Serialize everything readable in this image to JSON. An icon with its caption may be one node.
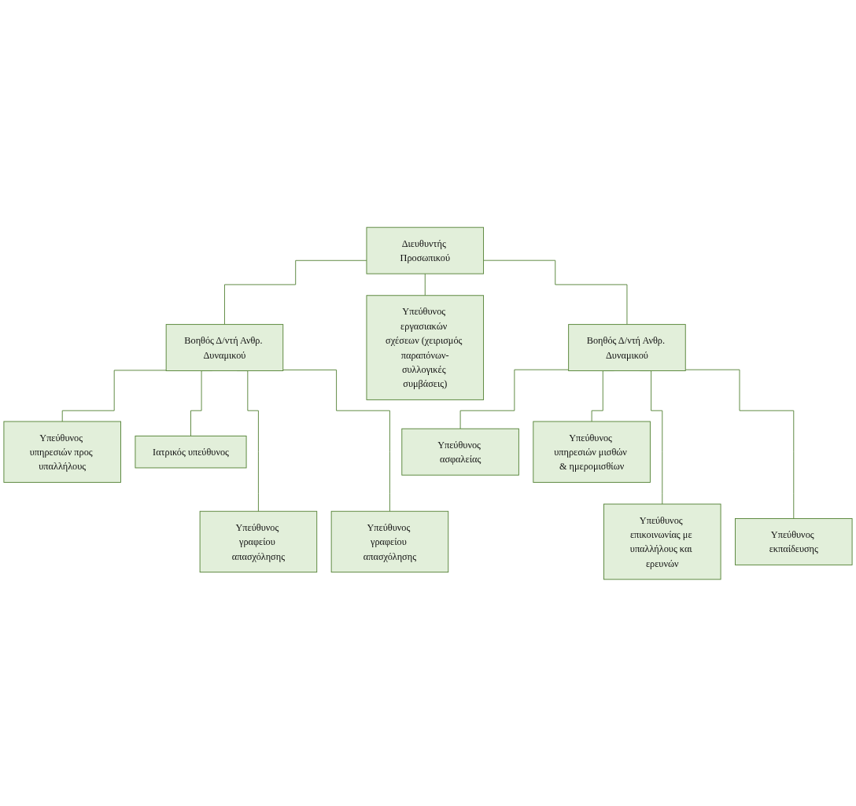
{
  "diagram": {
    "nodes": [
      {
        "text": [
          "Διευθυντής Προσωπικού"
        ]
      },
      {
        "text": [
          "Βοηθός Δ/ντή Ανθρ. Δυναμικού"
        ]
      },
      {
        "text": [
          "Υπεύθυνος εργασιακών σχέσεων (χειρισμός παραπόνων-συλλογικές συμβάσεις)"
        ]
      },
      {
        "text": [
          "Βοηθός Δ/ντή Ανθρ. Δυναμικού"
        ]
      },
      {
        "text": [
          "Υπεύθυνος υπηρεσιών προς υπαλλήλους"
        ]
      },
      {
        "text": [
          "Ιατρικός υπεύθυνος"
        ]
      },
      {
        "text": [
          "Υπεύθυνος ασφαλείας"
        ]
      },
      {
        "text": [
          "Υπεύθυνος υπηρεσιών μισθών & ημερομισθίων"
        ]
      },
      {
        "text": [
          "Υπεύθυνος γραφείου απασχόλησης"
        ]
      },
      {
        "text": [
          "Υπεύθυνος γραφείου απασχόλησης"
        ]
      },
      {
        "text": [
          "Υπεύθυνος επικοινωνίας με υπαλλήλους και ερευνών"
        ]
      },
      {
        "text": [
          "Υπεύθυνος εκπαίδευσης"
        ]
      }
    ],
    "edges": [
      {
        "from": 0,
        "to": 1,
        "arrow": "none"
      },
      {
        "from": 0,
        "to": 2,
        "arrow": "none"
      },
      {
        "from": 0,
        "to": 3,
        "arrow": "none"
      },
      {
        "from": 1,
        "to": 4,
        "arrow": "none"
      },
      {
        "from": 1,
        "to": 5,
        "arrow": "none"
      },
      {
        "from": 1,
        "to": 8,
        "arrow": "none"
      },
      {
        "from": 1,
        "to": 9,
        "arrow": "none"
      },
      {
        "from": 3,
        "to": 6,
        "arrow": "none"
      },
      {
        "from": 3,
        "to": 7,
        "arrow": "none"
      },
      {
        "from": 3,
        "to": 10,
        "arrow": "none"
      },
      {
        "from": 3,
        "to": 11,
        "arrow": "none"
      }
    ]
  }
}
